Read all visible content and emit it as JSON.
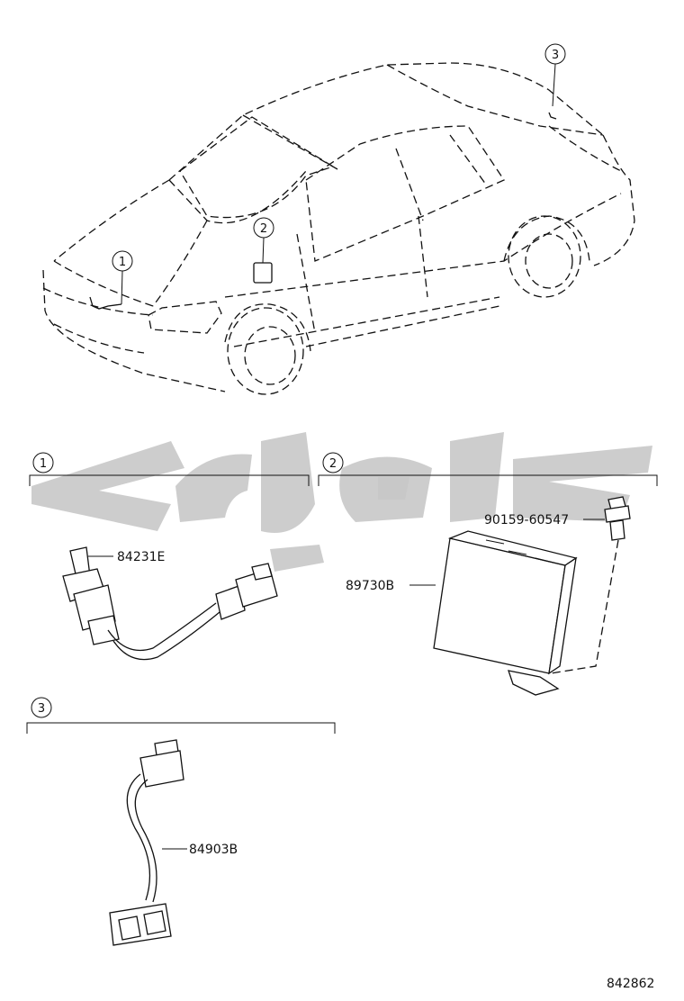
{
  "callouts": [
    {
      "number": "1",
      "label": "1"
    },
    {
      "number": "2",
      "label": "2"
    },
    {
      "number": "3",
      "label": "3"
    }
  ],
  "sections": [
    {
      "number": "1",
      "parts": [
        "84231E"
      ]
    },
    {
      "number": "2",
      "parts": [
        "89730B",
        "90159-60547"
      ]
    },
    {
      "number": "3",
      "parts": [
        "84903B"
      ]
    }
  ],
  "labels": {
    "part_84231E": "84231E",
    "part_89730B": "89730B",
    "part_90159": "90159-60547",
    "part_84903B": "84903B",
    "figure_number": "842862"
  },
  "watermark": "watermark-logo"
}
